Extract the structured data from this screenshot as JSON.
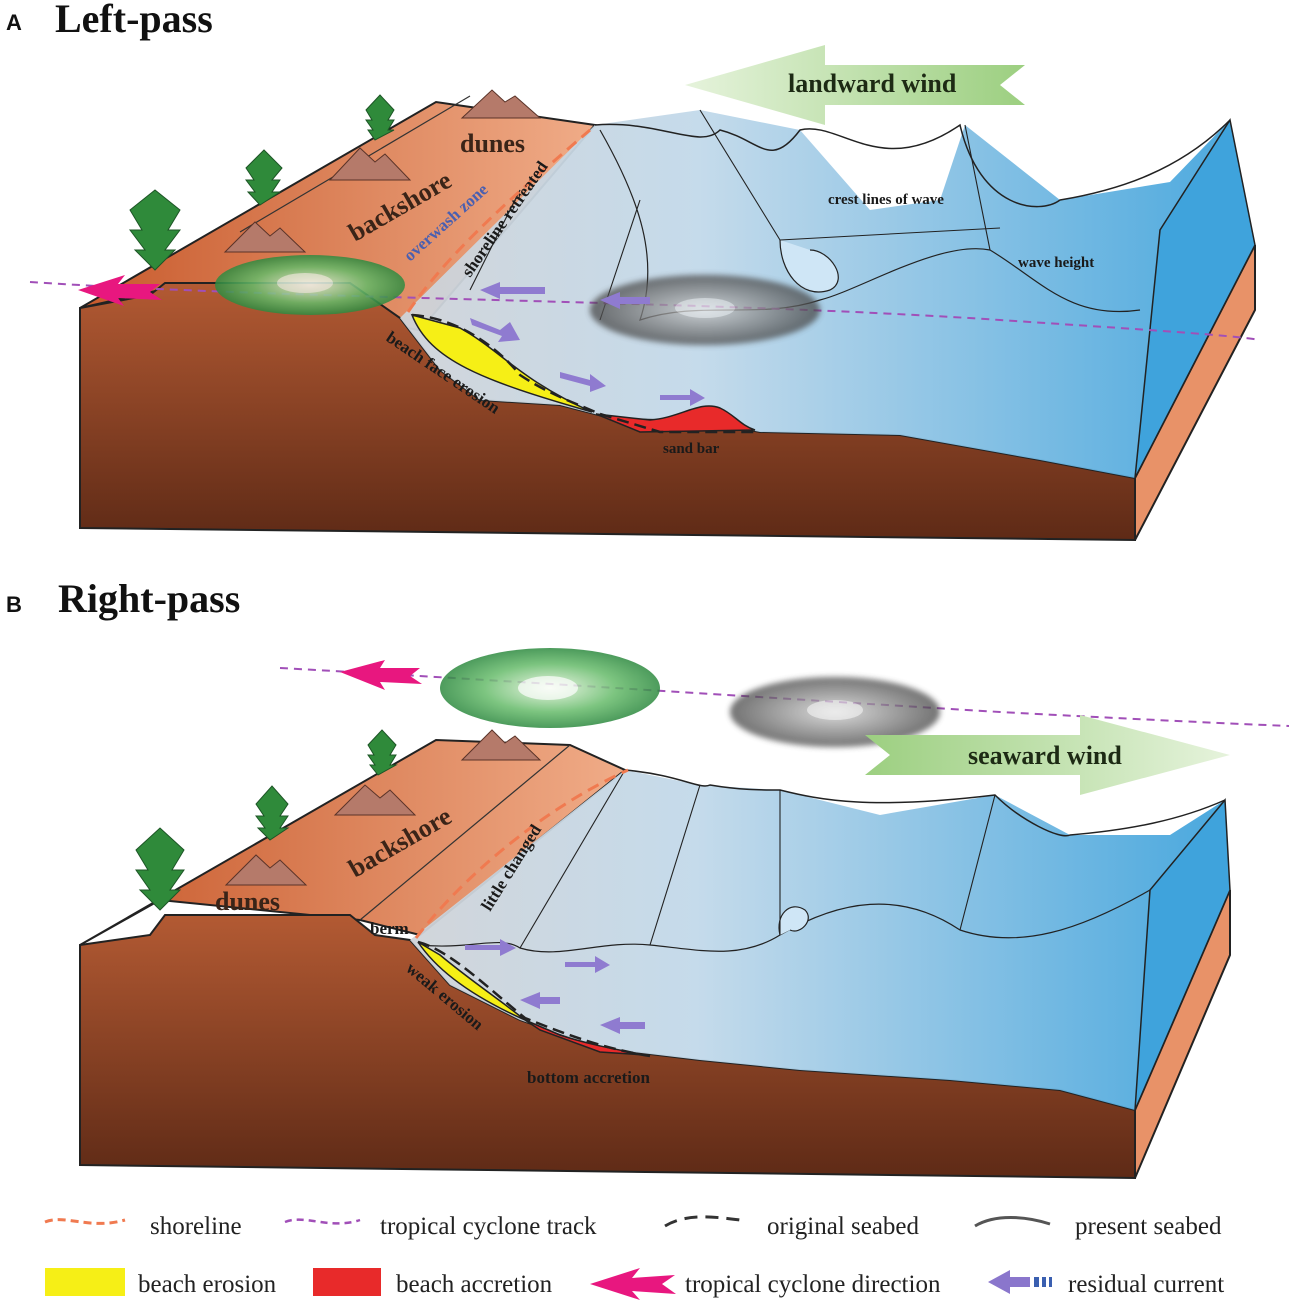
{
  "panels": {
    "a": {
      "letter": "A",
      "title": "Left-pass"
    },
    "b": {
      "letter": "B",
      "title": "Right-pass"
    }
  },
  "panel_a_labels": {
    "wind": "landward wind",
    "dunes": "dunes",
    "backshore": "backshore",
    "overwash": "overwash zone",
    "shoreline_retreated": "shoreline retreated",
    "crest_lines": "crest lines of wave",
    "wave_height": "wave height",
    "beach_face_erosion": "beach face erosion",
    "sand_bar": "sand bar"
  },
  "panel_b_labels": {
    "wind": "seaward wind",
    "backshore": "backshore",
    "dunes": "dunes",
    "little_changed": "little changed",
    "berm": "berm",
    "weak_erosion": "weak erosion",
    "bottom_accretion": "bottom accretion"
  },
  "legend": {
    "row1": [
      {
        "key": "shoreline",
        "label": "shoreline"
      },
      {
        "key": "track",
        "label": "tropical cyclone track"
      },
      {
        "key": "original",
        "label": "original seabed"
      },
      {
        "key": "present",
        "label": "present seabed"
      }
    ],
    "row2": [
      {
        "key": "erosion",
        "label": "beach erosion"
      },
      {
        "key": "accretion",
        "label": "beach accretion"
      },
      {
        "key": "direction",
        "label": "tropical cyclone direction"
      },
      {
        "key": "current",
        "label": "residual current"
      }
    ]
  },
  "colors": {
    "shoreline": "#f07a50",
    "track": "#a14fb8",
    "original_seabed": "#333333",
    "present_seabed": "#555555",
    "beach_erosion": "#f6ef16",
    "beach_accretion": "#e82a2a",
    "cyclone_direction": "#e8177f",
    "residual_current": "#8f7bd0",
    "wind_arrow": "#b8dca0",
    "sea": "#3fa3dc",
    "land_top": "#d9703f",
    "land_side": "#8a4428"
  }
}
